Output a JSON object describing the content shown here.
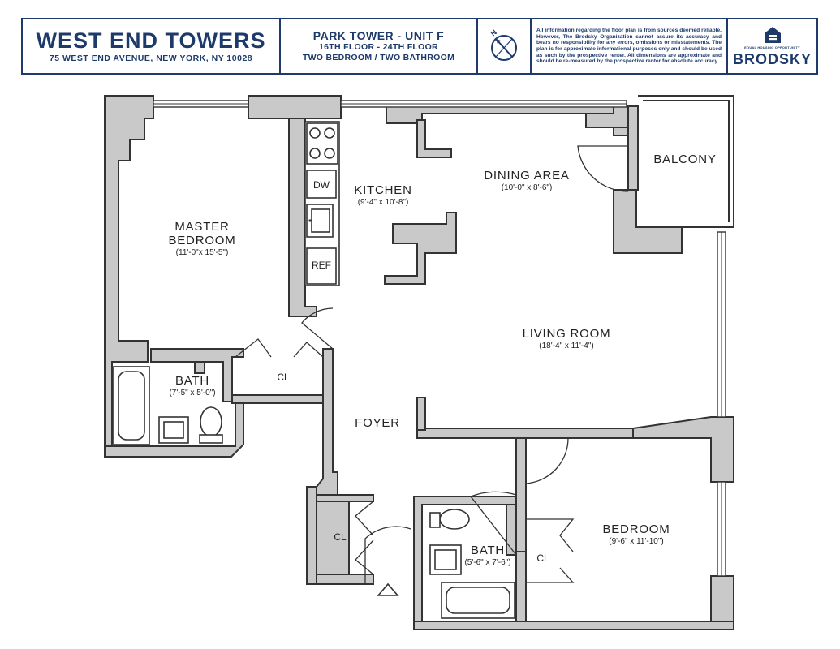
{
  "header": {
    "building_name": "WEST END TOWERS",
    "address": "75 WEST END AVENUE, NEW YORK, NY 10028",
    "unit_title": "PARK TOWER - UNIT F",
    "floors": "16TH FLOOR - 24TH FLOOR",
    "unit_type": "TWO BEDROOM / TWO BATHROOM",
    "compass_label": "N",
    "disclaimer": "All information regarding the floor plan is from sources deemed reliable. However, The Brodsky Organization cannot assure its accuracy and bears no responsibility for any errors, omissions or misstatements. The plan is for approximate informational purposes only and should be used as such by the prospective renter. All dimensions are approximate and should be re-measured by the prospective renter for absolute accuracy.",
    "eho_label": "EQUAL HOUSING OPPORTUNITY",
    "brand": "BRODSKY",
    "brand_color": "#1d3a6b"
  },
  "rooms": {
    "master_bedroom": {
      "name_line1": "MASTER",
      "name_line2": "BEDROOM",
      "dims": "(11'-0\"x 15'-5\")"
    },
    "kitchen": {
      "name": "KITCHEN",
      "dims": "(9'-4\" x 10'-8\")"
    },
    "dining": {
      "name": "DINING AREA",
      "dims": "(10'-0\" x 8'-6\")"
    },
    "balcony": {
      "name": "BALCONY"
    },
    "living": {
      "name": "LIVING ROOM",
      "dims": "(18'-4\" x 11'-4\")"
    },
    "master_bath": {
      "name": "BATH",
      "dims": "(7'-5\" x 5'-0\")"
    },
    "foyer": {
      "name": "FOYER"
    },
    "bath2": {
      "name": "BATH",
      "dims": "(5'-6\" x 7'-6\")"
    },
    "bedroom": {
      "name": "BEDROOM",
      "dims": "(9'-6\" x 11'-10\")"
    }
  },
  "closets": {
    "cl1": "CL",
    "cl2": "CL",
    "cl3": "CL"
  },
  "fixtures": {
    "dishwasher": "DW",
    "refrigerator": "REF"
  },
  "colors": {
    "wall_fill": "#c9c9c9",
    "line": "#333333"
  }
}
